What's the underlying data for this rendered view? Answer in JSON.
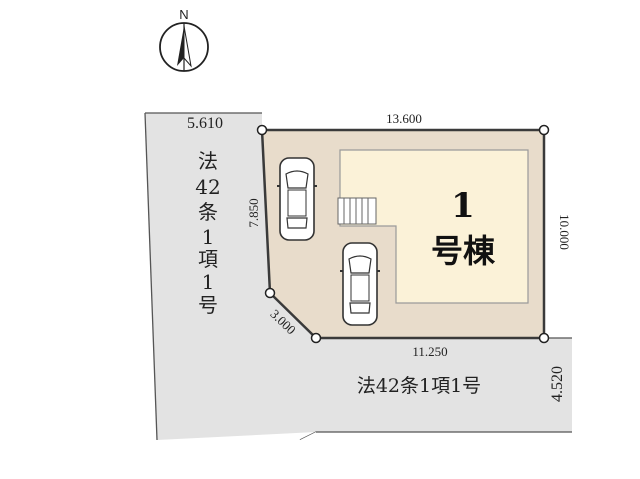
{
  "north": {
    "label": "N"
  },
  "building": {
    "number": "1",
    "name": "号棟"
  },
  "road_west": {
    "chars": [
      "法",
      "42",
      "条",
      "1",
      "項",
      "1",
      "号"
    ],
    "width": "5.610"
  },
  "road_south": {
    "label": "法42条1項1号",
    "width": "4.520"
  },
  "site": {
    "north_edge": "13.600",
    "east_edge": "10.000",
    "south_edge": "11.250",
    "west_edge": "7.850",
    "corner_cut": "3.000"
  },
  "colors": {
    "site_fill": "#e8dccb",
    "building_fill": "#fbf2d8",
    "road_fill": "#e3e3e3",
    "outline": "#3a3a3a"
  }
}
